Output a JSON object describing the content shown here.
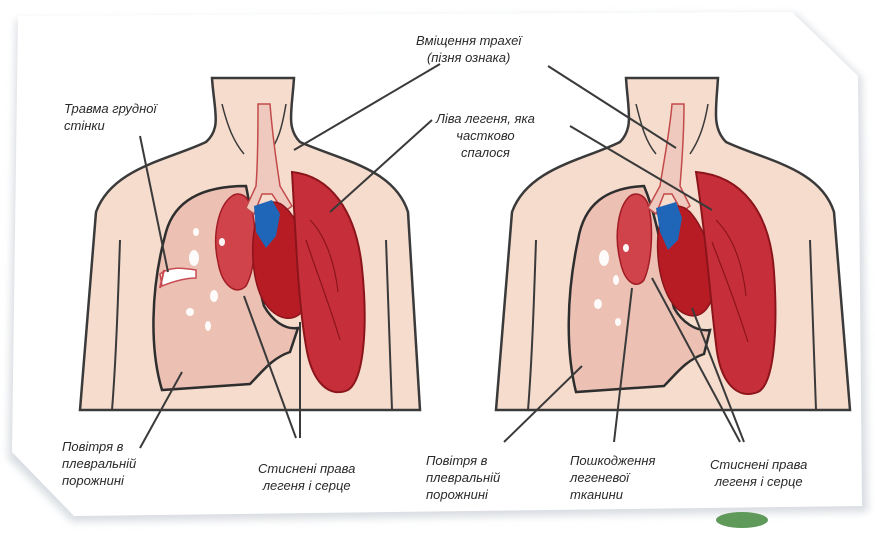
{
  "colors": {
    "skin": "#f6dccd",
    "skin_outline": "#3a3a3a",
    "lung_dark": "#b3212c",
    "lung_mid": "#d0434b",
    "lung_light": "#ecb1a6",
    "heart": "#b71c25",
    "vessel_blue": "#1f66b8",
    "trachea": "#efc9bd",
    "air": "#ffffff",
    "leader": "#3a3a3a",
    "frame_shadow": "#cfd4da",
    "green_mark": "#5f9a5b"
  },
  "labels": {
    "tracheal_shift": [
      "Вміщення трахеї",
      "(пізня ознака)"
    ],
    "chest_wall_trauma": [
      "Травма грудної",
      "стінки"
    ],
    "left_lung_partially_collapsed": [
      "Ліва легеня, яка",
      "частково",
      "спалося"
    ],
    "air_in_pleural_cavity_left": [
      "Повітря в",
      "плевральній",
      "порожнині"
    ],
    "compressed_right_lung_heart_left": [
      "Стиснені права",
      "легеня і серце"
    ],
    "air_in_pleural_cavity_right": [
      "Повітря в",
      "плевральній",
      "порожнині"
    ],
    "lung_tissue_damage": [
      "Пошкодження",
      "легеневої",
      "тканини"
    ],
    "compressed_right_lung_heart_right": [
      "Стиснені права",
      "легеня і серце"
    ]
  },
  "icons": {
    "torso_left": "torso-illustration",
    "torso_right": "torso-illustration"
  }
}
